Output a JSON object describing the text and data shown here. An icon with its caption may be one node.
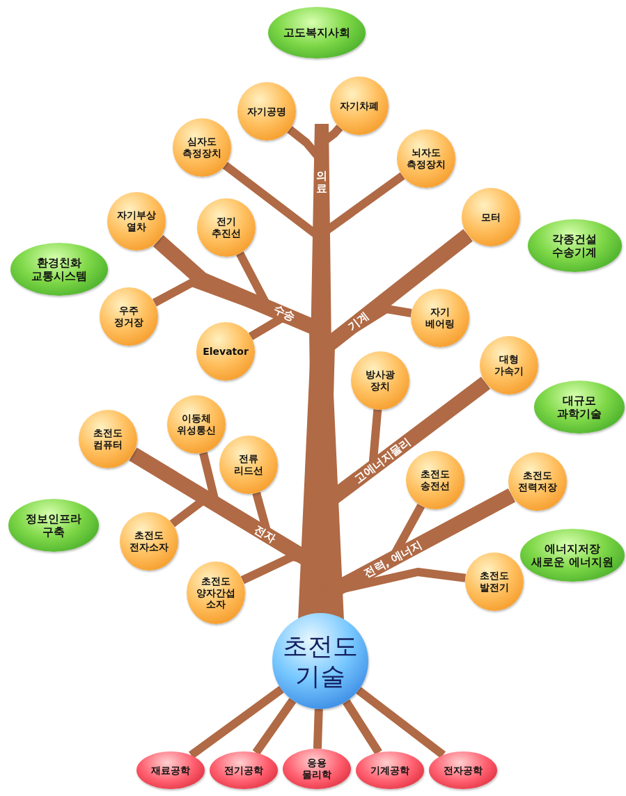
{
  "diagram": {
    "nodes": [
      {
        "text": [
          "고도복지사회"
        ]
      },
      {
        "text": [
          "자기공명"
        ]
      },
      {
        "text": [
          "자기차폐"
        ]
      },
      {
        "text": [
          "심자도 측정장치"
        ]
      },
      {
        "text": [
          "뇌자도 측정장치"
        ]
      },
      {
        "text": [
          "자기부상 열차"
        ]
      },
      {
        "text": [
          "전기 추진선"
        ]
      },
      {
        "text": [
          "모터"
        ]
      },
      {
        "text": [
          "각종건설 수송기계"
        ]
      },
      {
        "text": [
          "환경친화 교통시스템"
        ]
      },
      {
        "text": [
          "우주 정거장"
        ]
      },
      {
        "text": [
          "자기 베어링"
        ]
      },
      {
        "text": [
          "Elevator"
        ]
      },
      {
        "text": [
          "방사광 장치"
        ]
      },
      {
        "text": [
          "대형 가속기"
        ]
      },
      {
        "text": [
          "대규모 과학기술"
        ]
      },
      {
        "text": [
          "초전도 컴퓨터"
        ]
      },
      {
        "text": [
          "이동체 위성통신"
        ]
      },
      {
        "text": [
          "전류 리드선"
        ]
      },
      {
        "text": [
          "초전도 송전선"
        ]
      },
      {
        "text": [
          "초전도 전력저장"
        ]
      },
      {
        "text": [
          "정보인프라 구축"
        ]
      },
      {
        "text": [
          "초전도 전자소자"
        ]
      },
      {
        "text": [
          "에너지저장 새로운 에너지원"
        ]
      },
      {
        "text": [
          "초전도 발전기"
        ]
      },
      {
        "text": [
          "초전도 양자간섭 소자"
        ]
      },
      {
        "text": [
          "초전도 기술"
        ]
      },
      {
        "text": [
          "재료공학"
        ]
      },
      {
        "text": [
          "전기공학"
        ]
      },
      {
        "text": [
          "응용 물리학"
        ]
      },
      {
        "text": [
          "기계공학"
        ]
      },
      {
        "text": [
          "전자공학"
        ]
      }
    ],
    "edges": [
      {
        "from": 26,
        "to": 1,
        "arrow": "none",
        "label": "의료"
      },
      {
        "from": 26,
        "to": 2,
        "arrow": "none"
      },
      {
        "from": 26,
        "to": 3,
        "arrow": "none"
      },
      {
        "from": 26,
        "to": 4,
        "arrow": "none"
      },
      {
        "from": 26,
        "to": 7,
        "arrow": "none",
        "label": "기계",
        "style": "thick"
      },
      {
        "from": 26,
        "to": 11,
        "arrow": "none"
      },
      {
        "from": 26,
        "to": 5,
        "arrow": "none",
        "label": "수송",
        "style": "thick"
      },
      {
        "from": 26,
        "to": 10,
        "arrow": "none"
      },
      {
        "from": 26,
        "to": 6,
        "arrow": "none"
      },
      {
        "from": 26,
        "to": 12,
        "arrow": "none"
      },
      {
        "from": 26,
        "to": 14,
        "arrow": "none",
        "label": "고에너지물리",
        "style": "thick"
      },
      {
        "from": 26,
        "to": 13,
        "arrow": "none"
      },
      {
        "from": 26,
        "to": 16,
        "arrow": "none",
        "label": "전자",
        "style": "thick"
      },
      {
        "from": 26,
        "to": 17,
        "arrow": "none"
      },
      {
        "from": 26,
        "to": 18,
        "arrow": "none"
      },
      {
        "from": 26,
        "to": 22,
        "arrow": "none"
      },
      {
        "from": 26,
        "to": 25,
        "arrow": "none"
      },
      {
        "from": 26,
        "to": 20,
        "arrow": "none",
        "label": "전력, 에너지",
        "style": "thick"
      },
      {
        "from": 26,
        "to": 19,
        "arrow": "none"
      },
      {
        "from": 26,
        "to": 24,
        "arrow": "none"
      },
      {
        "from": 26,
        "to": 27,
        "arrow": "none"
      },
      {
        "from": 26,
        "to": 28,
        "arrow": "none"
      },
      {
        "from": 26,
        "to": 29,
        "arrow": "none"
      },
      {
        "from": 26,
        "to": 30,
        "arrow": "none"
      },
      {
        "from": 26,
        "to": 31,
        "arrow": "none"
      }
    ]
  }
}
